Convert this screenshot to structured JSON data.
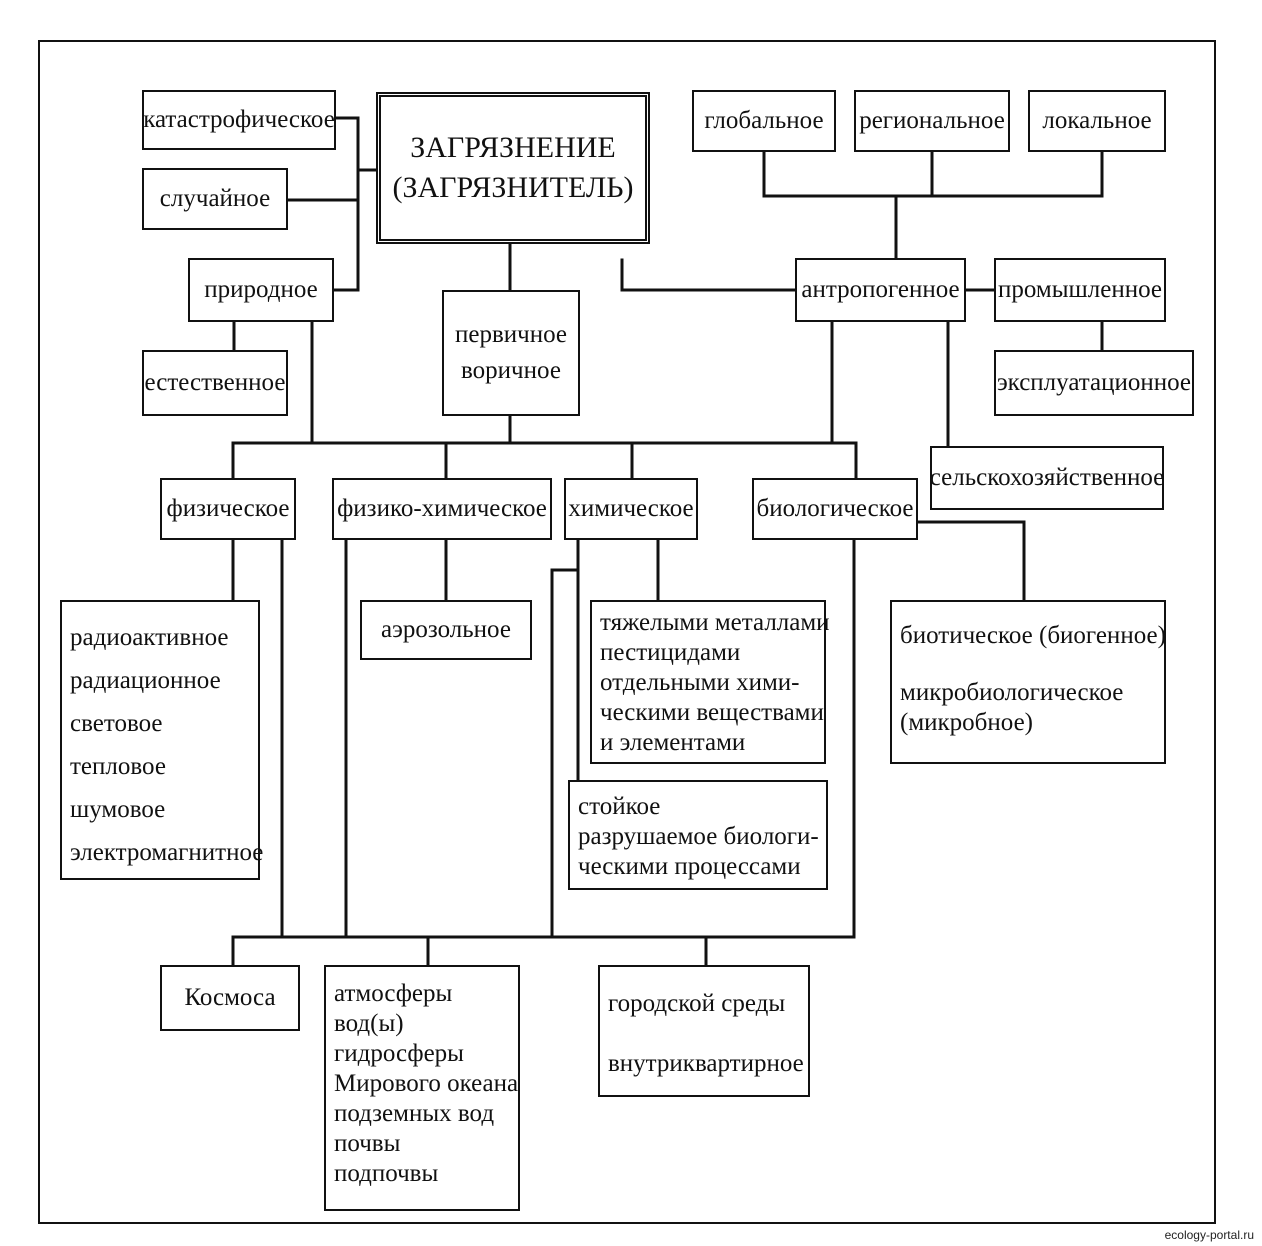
{
  "center": {
    "line1": "ЗАГРЯЗНЕНИЕ",
    "line2": "(ЗАГРЯЗНИТЕЛЬ)"
  },
  "left_top": {
    "catastrophic": "катастрофическое",
    "accidental": "случайное",
    "natural": "природное",
    "natural_own": "естественное"
  },
  "scale": {
    "global": "глобальное",
    "regional": "региональное",
    "local": "локальное"
  },
  "anthropogenic": {
    "label": "антропогенное",
    "industrial": "промышленное",
    "operational": "эксплуатационное",
    "agricultural": "сельскохозяйственное"
  },
  "primary": {
    "line1": "первичное",
    "line2": "воричное"
  },
  "types": {
    "physical": "физическое",
    "physchem": "физико-химическое",
    "chemical": "химическое",
    "biological": "биологическое"
  },
  "physical_list": [
    "радиоактивное",
    "радиационное",
    "световое",
    "тепловое",
    "шумовое",
    "электромагнитное"
  ],
  "aerosol": "аэрозольное",
  "chemical_list": [
    "тяжелыми металлами",
    "пестицидами",
    "отдельными хими-",
    "ческими веществами",
    "и элементами"
  ],
  "persistence_list": [
    "стойкое",
    "разрушаемое биологи-",
    "ческими процессами"
  ],
  "biological_list": {
    "biotic": "биотическое (биогенное)",
    "micro1": "микробиологическое",
    "micro2": "(микробное)"
  },
  "targets": {
    "space": "Космоса",
    "spheres": [
      "атмосферы",
      "вод(ы)",
      "гидросферы",
      "Мирового океана",
      "подземных вод",
      "почвы",
      "подпочвы"
    ],
    "urban": "городской среды",
    "indoor": "внутриквартирное"
  },
  "credit": "ecology-portal.ru"
}
